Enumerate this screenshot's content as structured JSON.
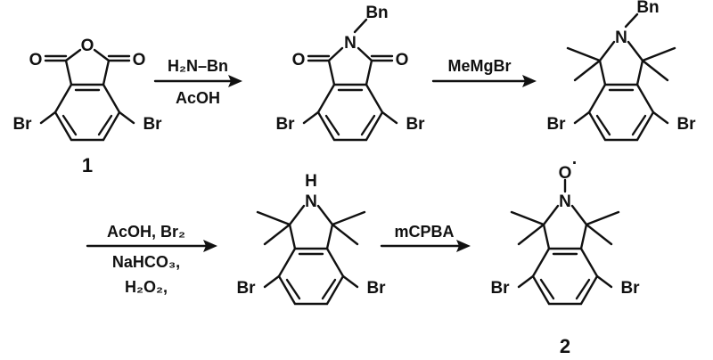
{
  "atoms": {
    "Br": "Br",
    "O": "O",
    "N": "N",
    "Bn": "Bn",
    "H": "H",
    "radical": "·"
  },
  "compound_labels": {
    "c1": "1",
    "c2": "2"
  },
  "conditions": {
    "step1": {
      "above": "H₂N–Bn",
      "below": "AcOH"
    },
    "step2": {
      "above": "MeMgBr"
    },
    "step3": {
      "line1": "AcOH, Br₂",
      "line2": "NaHCO₃,",
      "line3": "H₂O₂,"
    },
    "step4": {
      "above": "mCPBA"
    }
  }
}
